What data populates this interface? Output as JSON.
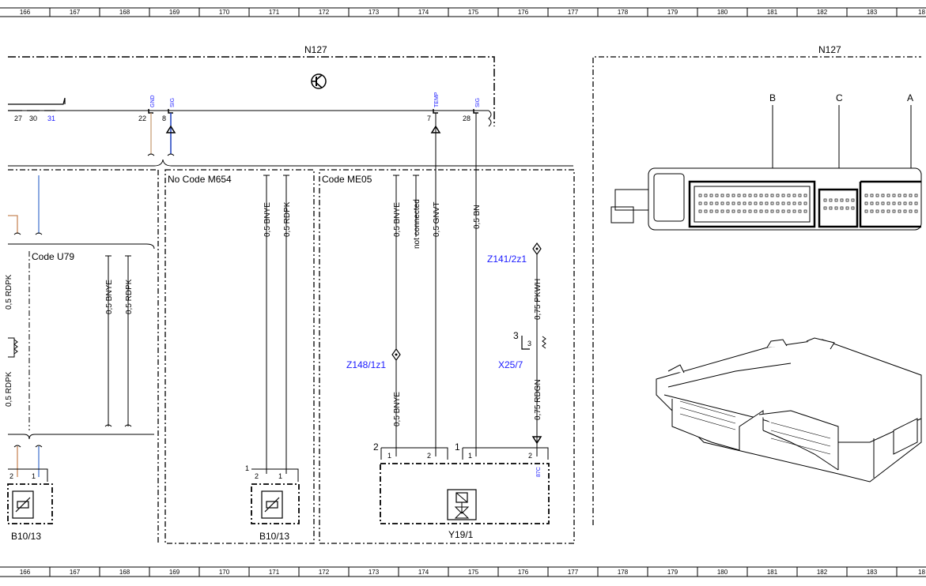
{
  "ruler": {
    "top": [
      "166",
      "167",
      "168",
      "169",
      "170",
      "171",
      "172",
      "173",
      "174",
      "175",
      "176",
      "177",
      "178",
      "179",
      "180",
      "181",
      "182",
      "183",
      "18"
    ],
    "bottom": [
      "166",
      "167",
      "168",
      "169",
      "170",
      "171",
      "172",
      "173",
      "174",
      "175",
      "176",
      "177",
      "178",
      "179",
      "180",
      "181",
      "182",
      "183",
      "18"
    ]
  },
  "ecu": {
    "name": "N127",
    "pins_left": [
      "27",
      "30",
      "31"
    ],
    "pin_gnd": {
      "num": "22",
      "sig": "GND"
    },
    "pin_sig": {
      "num": "8",
      "sig": "SIG"
    },
    "pin_temp": {
      "num": "7",
      "sig": "TEMP"
    },
    "pin_sig2": {
      "num": "28",
      "sig": "SIG"
    }
  },
  "code_u79": {
    "label": "Code U79",
    "wires": [
      "0,5 BNYE",
      "0,5 RDPK"
    ],
    "cut_wires": [
      "0,5 RDPK",
      "0,5 RDPK"
    ],
    "sensor": "B10/13",
    "pins": [
      "2",
      "1"
    ]
  },
  "no_code_m654": {
    "label": "No Code M654",
    "wires": [
      "0,5 BNYE",
      "0,5 RDPK"
    ],
    "sensor": "B10/13",
    "connector": "1",
    "pins": [
      "2",
      "1"
    ]
  },
  "code_me05": {
    "label": "Code ME05",
    "wires": [
      "0,5 BNYE",
      "not connected",
      "0,5 GNVT",
      "0,5 BN"
    ],
    "wire_lower": "0,5 BNYE",
    "splice1": "Z148/1z1",
    "splice2": "Z141/2z1",
    "wire_pkwh": "0,75 PKWH",
    "connector_x25": "X25/7",
    "x25_pin": "3",
    "x25_inner": "3",
    "wire_rdgn": "0,75 RDGN",
    "valve": "Y19/1",
    "conn_left": {
      "num": "2",
      "pins": [
        "1",
        "2"
      ]
    },
    "conn_right": {
      "num": "1",
      "pins": [
        "1",
        "2"
      ]
    },
    "pin_87c": "87C"
  },
  "ecu_picture": {
    "title": "N127",
    "connectors": [
      "B",
      "C",
      "A"
    ]
  }
}
